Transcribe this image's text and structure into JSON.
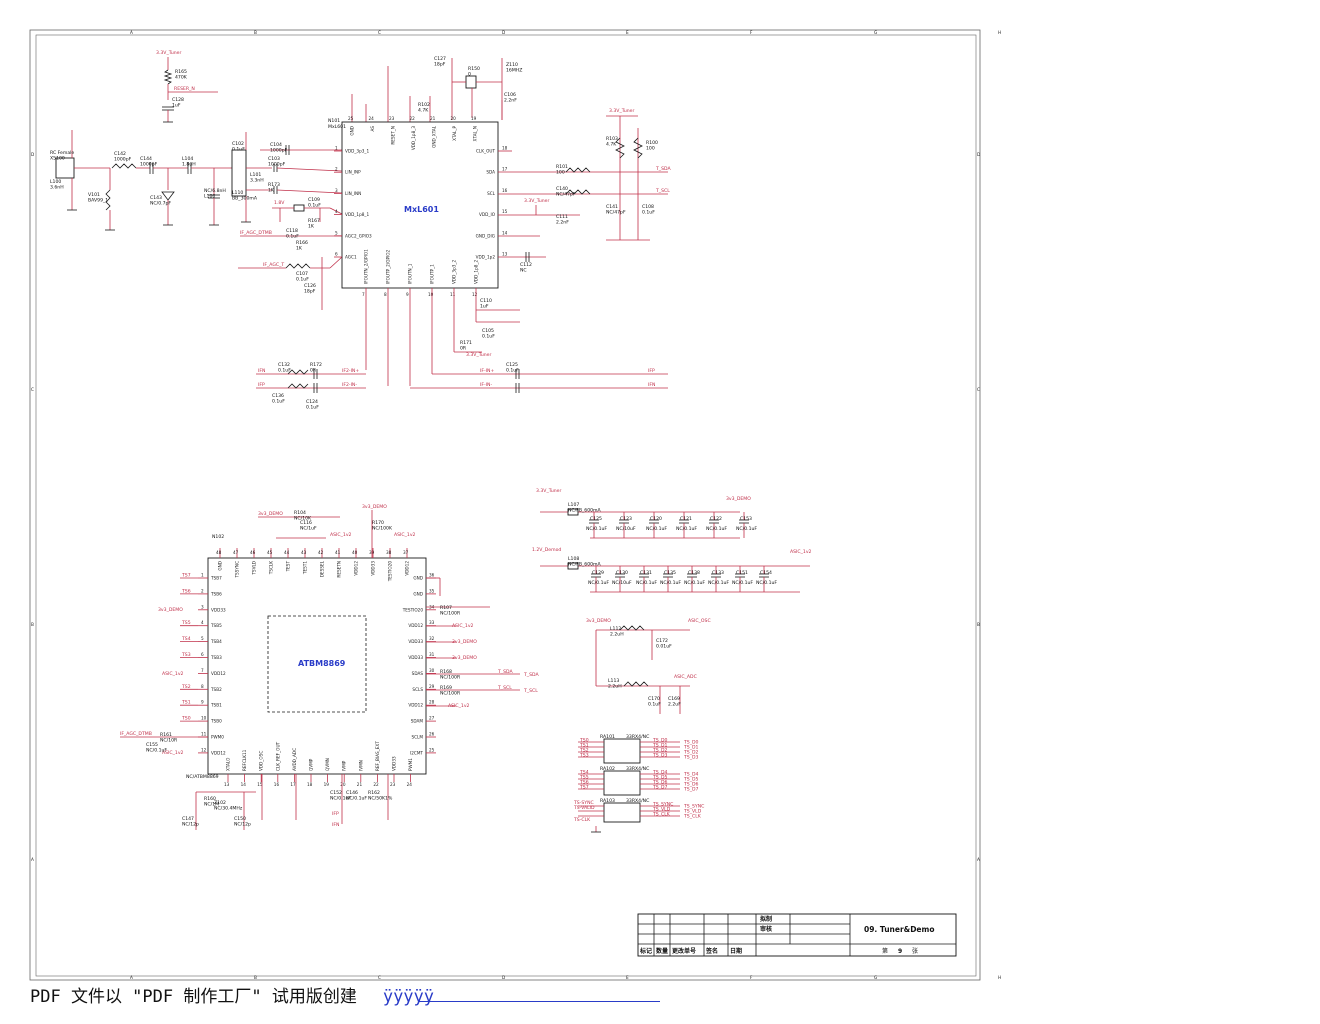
{
  "title_block": {
    "drawn": "拟制",
    "checked": "审核",
    "title": "09. Tuner&Demo",
    "sheet_prefix": "第",
    "sheet_number": "9",
    "sheet_suffix": "张",
    "rev_headers": [
      "标记",
      "数量",
      "更改单号",
      "签名",
      "日期"
    ]
  },
  "watermark": {
    "text": "PDF 文件以 \"PDF 制作工厂\" 试用版创建",
    "link": "ÿÿÿÿÿ"
  },
  "tuner": {
    "chip_name": "MxL601",
    "ref": "N101",
    "part": "MxL601",
    "left_pins": [
      "VDD_3p3_1",
      "LIN_INP",
      "LIN_INN",
      "VDD_1p8_1",
      "AGC2_GPIO3",
      "AGC1"
    ],
    "left_pin_nums": [
      "1",
      "2",
      "3",
      "4",
      "5",
      "6"
    ],
    "right_pins": [
      "CLK_OUT",
      "SDA",
      "SCL",
      "VDD_IO",
      "GND_DIG",
      "VDD_1p2"
    ],
    "right_pin_nums": [
      "18",
      "17",
      "16",
      "15",
      "14",
      "13"
    ],
    "top_pins": [
      "GND",
      "AS",
      "RESET_N",
      "VDD_1p8_3",
      "GND_XTAL",
      "XTAL_P",
      "XTAL_N"
    ],
    "top_pin_nums": [
      "25",
      "24",
      "23",
      "22",
      "21",
      "20",
      "19"
    ],
    "bottom_pins": [
      "IFOUTN_2/GPIO1",
      "IFOUTP_2/GPIO2",
      "IFOUTN_1",
      "IFOUTP_1",
      "VDD_3p3_2",
      "VDD_1p8_2"
    ],
    "bottom_pin_nums": [
      "7",
      "8",
      "9",
      "10",
      "11",
      "12"
    ],
    "nets": {
      "tuner_3v3": "3.3V_Tuner",
      "reset": "RESER_N",
      "sda": "T_SDA",
      "scl": "T_SCL",
      "if_agc_dtmb": "IF_AGC_DTMB",
      "if_agc": "IF_AGC_T",
      "ifn": "IFN",
      "ifp": "IFP",
      "if2_in_n": "IF2-IN-",
      "if2_in_p": "IF2-IN+",
      "if_in_n": "IF-IN-",
      "if_in_p": "IF-IN+",
      "v1v8": "1.8V"
    },
    "parts": [
      {
        "ref": "R165",
        "val": "470K"
      },
      {
        "ref": "C128",
        "val": "1uF"
      },
      {
        "ref": "RC Female",
        "val": "X5100"
      },
      {
        "ref": "L100",
        "val": "3.6nH"
      },
      {
        "ref": "C142",
        "val": "1000pF"
      },
      {
        "ref": "C144",
        "val": "1000pF"
      },
      {
        "ref": "L104",
        "val": "1.8uH"
      },
      {
        "ref": "V101",
        "val": "BAV99_1"
      },
      {
        "ref": "C143",
        "val": "NC/0.7pF"
      },
      {
        "ref": "NC/6.8nH",
        "val": "L106"
      },
      {
        "ref": "C102",
        "val": "0.1uF"
      },
      {
        "ref": "C104",
        "val": "1000pF"
      },
      {
        "ref": "C103",
        "val": "1000pF"
      },
      {
        "ref": "R173",
        "val": "1K"
      },
      {
        "ref": "L101",
        "val": "3.3nH"
      },
      {
        "ref": "L110",
        "val": "BB_300mA"
      },
      {
        "ref": "C109",
        "val": "0.1uF"
      },
      {
        "ref": "R167",
        "val": "1K"
      },
      {
        "ref": "C118",
        "val": "0.1uF"
      },
      {
        "ref": "R166",
        "val": "1K"
      },
      {
        "ref": "C107",
        "val": "0.1uF"
      },
      {
        "ref": "C126",
        "val": "18pF"
      },
      {
        "ref": "C127",
        "val": "18pF"
      },
      {
        "ref": "Z110",
        "val": "16MHZ"
      },
      {
        "ref": "R150",
        "val": "0"
      },
      {
        "ref": "C106",
        "val": "2.2nF"
      },
      {
        "ref": "R102",
        "val": "4.7K"
      },
      {
        "ref": "R103",
        "val": "4.7K"
      },
      {
        "ref": "R100",
        "val": "100"
      },
      {
        "ref": "R101",
        "val": "100"
      },
      {
        "ref": "C140",
        "val": "NC/47pF"
      },
      {
        "ref": "C141",
        "val": "NC/47pF"
      },
      {
        "ref": "C108",
        "val": "0.1uF"
      },
      {
        "ref": "C111",
        "val": "2.2nF"
      },
      {
        "ref": "C112",
        "val": "NC"
      },
      {
        "ref": "C110",
        "val": "1uF"
      },
      {
        "ref": "C105",
        "val": "0.1uF"
      },
      {
        "ref": "R171",
        "val": "0R"
      },
      {
        "ref": "C132",
        "val": "0.1uF"
      },
      {
        "ref": "R172",
        "val": "0R"
      },
      {
        "ref": "C136",
        "val": "0.1uF"
      },
      {
        "ref": "C124",
        "val": "0.1uF"
      },
      {
        "ref": "C125",
        "val": "0.1uF"
      }
    ]
  },
  "demod": {
    "chip_name": "ATBM8869",
    "ref": "N102",
    "part": "NC/ATBM8869",
    "left_pins": [
      "TSB7",
      "TSB6",
      "VDD33",
      "TSB5",
      "TSB4",
      "TSB3",
      "VDD12",
      "TSB2",
      "TSB1",
      "TSB0",
      "PWM0",
      "VDD12"
    ],
    "left_pin_nums": [
      "1",
      "2",
      "3",
      "4",
      "5",
      "6",
      "7",
      "8",
      "9",
      "10",
      "11",
      "12"
    ],
    "right_pins": [
      "GND",
      "GND",
      "TESTIO20",
      "VDD12",
      "VDD33",
      "VDD33",
      "SDAS",
      "SCLS",
      "VDD12",
      "SDAM",
      "SCLM",
      "I2CMT"
    ],
    "right_pin_nums": [
      "36",
      "35",
      "34",
      "33",
      "32",
      "31",
      "30",
      "29",
      "28",
      "27",
      "26",
      "25"
    ],
    "top_pins": [
      "GND",
      "TSSYNC",
      "TSVLD",
      "TSCLK",
      "TEST",
      "TEST1",
      "DESSEL",
      "RESETN",
      "VDD12",
      "VDD33",
      "TESTIO20",
      "VDD12"
    ],
    "top_pin_nums": [
      "48",
      "47",
      "46",
      "45",
      "44",
      "43",
      "42",
      "41",
      "40",
      "39",
      "38",
      "37"
    ],
    "bottom_pins": [
      "XTALO",
      "REFCLK11",
      "VDD_OSC",
      "CLK_REF_OUT",
      "AVDD_ADC",
      "QVMP",
      "QVMN",
      "IVMP",
      "IVMN",
      "REF_BIAS_EXT",
      "VDD33",
      "PWM1"
    ],
    "bottom_pin_nums": [
      "13",
      "14",
      "15",
      "16",
      "17",
      "18",
      "19",
      "20",
      "21",
      "22",
      "23",
      "24"
    ],
    "nets": {
      "demo_3v3": "3v3_DEMO",
      "asic_1v2": "ASIC_1v2",
      "asic_osc": "ASIC_OSC",
      "asic_adc": "ASIC_ADC",
      "ts_sync": "TS-SYNC",
      "ts_vld": "TS-VALID",
      "ts_clk": "TS-CLK",
      "demod_1v2": "1.2V_Demod",
      "ifp": "IFP",
      "ifn": "IFN"
    },
    "ts_left": [
      "TS7",
      "TS6",
      "TS5",
      "TS4",
      "TS3",
      "TS2",
      "TS1",
      "TS0"
    ],
    "ts_bus_a_in": [
      "TS0",
      "TS1",
      "TS2",
      "TS3"
    ],
    "ts_bus_a_out": [
      "TS_D0",
      "TS_D1",
      "TS_D2",
      "TS_D3"
    ],
    "ts_bus_b_in": [
      "TS4",
      "TS5",
      "TS6",
      "TS7"
    ],
    "ts_bus_b_out": [
      "TS_D4",
      "TS_D5",
      "TS_D6",
      "TS_D7"
    ],
    "ts_bus_c_out": [
      "TS_SYNC",
      "TS_VLD",
      "TS_CLK"
    ],
    "resnets": [
      {
        "ref": "RA101",
        "val": "33RX4/NC"
      },
      {
        "ref": "RA102",
        "val": "33RX4/NC"
      },
      {
        "ref": "RA103",
        "val": "33RX4/NC"
      }
    ],
    "parts": [
      {
        "ref": "R104",
        "val": "NC/10K"
      },
      {
        "ref": "C116",
        "val": "NC/1uF"
      },
      {
        "ref": "R170",
        "val": "NC/100K"
      },
      {
        "ref": "R107",
        "val": "NC/100R"
      },
      {
        "ref": "R168",
        "val": "NC/100R"
      },
      {
        "ref": "R169",
        "val": "NC/100R"
      },
      {
        "ref": "R161",
        "val": "NC/10R"
      },
      {
        "ref": "C155",
        "val": "NC/0.1uF"
      },
      {
        "ref": "R160",
        "val": "NC/1M"
      },
      {
        "ref": "Z102",
        "val": "NC/30.4MHz"
      },
      {
        "ref": "C147",
        "val": "NC/12p"
      },
      {
        "ref": "C150",
        "val": "NC/12p"
      },
      {
        "ref": "C152",
        "val": "NC/0.1uF"
      },
      {
        "ref": "C146",
        "val": "NC/0.1uF"
      },
      {
        "ref": "R162",
        "val": "NC/50K1%"
      },
      {
        "ref": "L107",
        "val": "NC/FB_600mA"
      },
      {
        "ref": "L108",
        "val": "NC/FB_600mA"
      },
      {
        "ref": "L112",
        "val": "2.2uH"
      },
      {
        "ref": "C172",
        "val": "0.01uF"
      },
      {
        "ref": "L113",
        "val": "2.2uH"
      },
      {
        "ref": "C170",
        "val": "0.1uF"
      },
      {
        "ref": "C169",
        "val": "2.2uF"
      }
    ],
    "decap_row1": [
      {
        "ref": "C125",
        "val": "NC/0.1uF"
      },
      {
        "ref": "C123",
        "val": "NC/10uF"
      },
      {
        "ref": "C120",
        "val": "NC/0.1uF"
      },
      {
        "ref": "C121",
        "val": "NC/0.1uF"
      },
      {
        "ref": "C122",
        "val": "NC/0.1uF"
      },
      {
        "ref": "C153",
        "val": "NC/0.1uF"
      }
    ],
    "decap_row2": [
      {
        "ref": "C129",
        "val": "NC/0.1uF"
      },
      {
        "ref": "C130",
        "val": "NC/10uF"
      },
      {
        "ref": "C131",
        "val": "NC/0.1uF"
      },
      {
        "ref": "C135",
        "val": "NC/0.1uF"
      },
      {
        "ref": "C138",
        "val": "NC/0.1uF"
      },
      {
        "ref": "C133",
        "val": "NC/0.1uF"
      },
      {
        "ref": "C151",
        "val": "NC/0.1uF"
      },
      {
        "ref": "C154",
        "val": "NC/0.1uF"
      }
    ]
  },
  "border": {
    "top_marks": [
      "A",
      "B",
      "C",
      "D",
      "E",
      "F",
      "G",
      "H"
    ],
    "side_marks": [
      "D",
      "C",
      "B",
      "A"
    ]
  }
}
